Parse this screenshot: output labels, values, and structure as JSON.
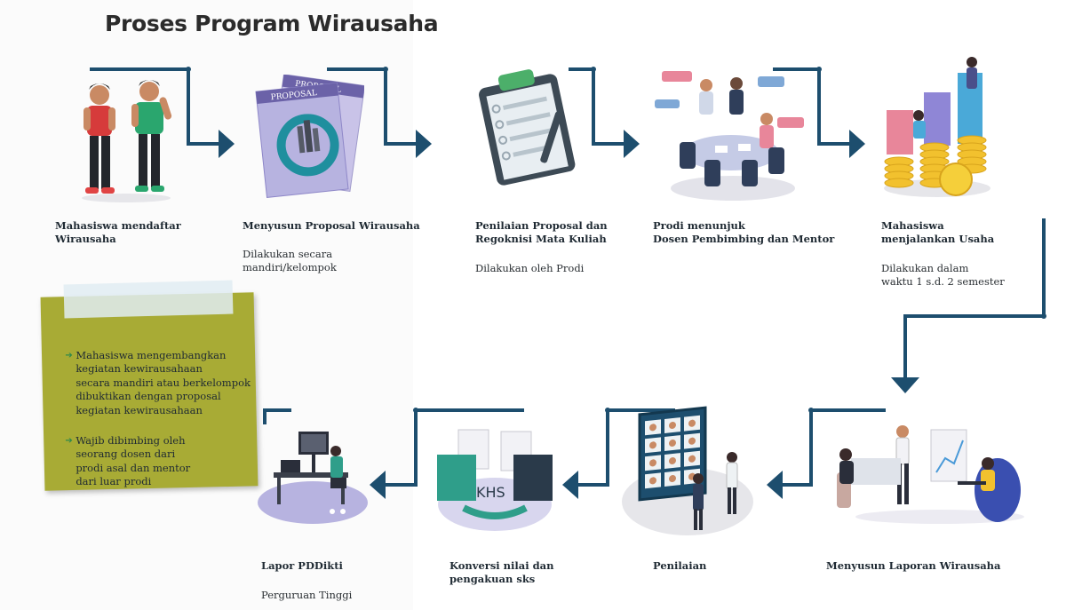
{
  "title": "Proses Program Wirausaha",
  "colors": {
    "flow": "#1d4e6e",
    "note": "#a8ab35",
    "bullet": "#2f8a4a",
    "illustration_purple": "#b7b3e0"
  },
  "steps": [
    {
      "label": "Mahasiswa mendaftar\nWirausaha",
      "sub": "",
      "icon": "students-icon"
    },
    {
      "label": "Menyusun Proposal Wirausaha",
      "sub": "Dilakukan secara\nmandiri/kelompok",
      "icon": "proposal-icon"
    },
    {
      "label": "Penilaian Proposal dan\nRegoknisi Mata Kuliah",
      "sub": "Dilakukan oleh Prodi",
      "icon": "clipboard-icon"
    },
    {
      "label": "Prodi menunjuk\nDosen Pembimbing dan Mentor",
      "sub": "",
      "icon": "meeting-icon"
    },
    {
      "label": "Mahasiswa\nmenjalankan Usaha",
      "sub": "Dilakukan dalam\nwaktu 1 s.d. 2 semester",
      "icon": "coins-growth-icon"
    },
    {
      "label": "Menyusun Laporan Wirausaha",
      "sub": "",
      "icon": "presentation-icon"
    },
    {
      "label": "Penilaian",
      "sub": "",
      "icon": "video-board-icon"
    },
    {
      "label": "Konversi nilai dan\npengakuan sks",
      "sub": "",
      "icon": "khs-folders-icon",
      "khs": "KHS"
    },
    {
      "label": "Lapor PDDikti",
      "sub": "Perguruan Tinggi",
      "icon": "computer-desk-icon"
    }
  ],
  "note": {
    "items": [
      "Mahasiswa mengembangkan\nkegiatan kewirausahaan\nsecara mandiri atau berkelompok\ndibuktikan dengan proposal\nkegiatan kewirausahaan",
      "Wajib dibimbing oleh\nseorang dosen dari\nprodi asal dan mentor\ndari luar prodi"
    ],
    "proposal_cover_1": "PROPOSAL",
    "proposal_cover_2": "PROPOSAL"
  }
}
